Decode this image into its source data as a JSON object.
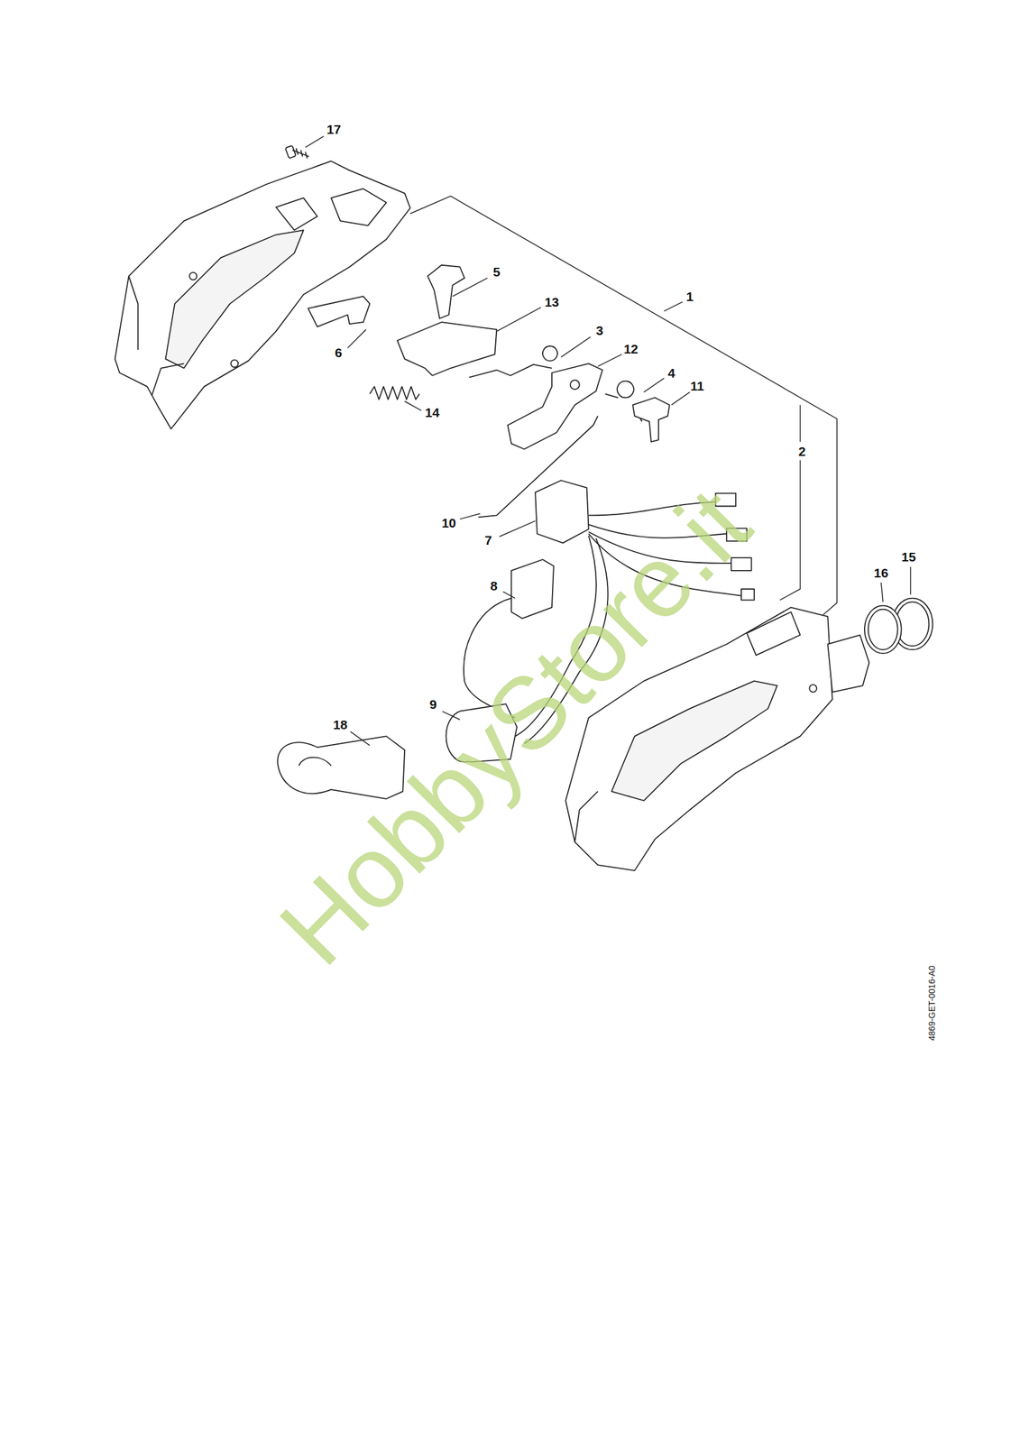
{
  "diagram": {
    "labels": [
      "17",
      "5",
      "13",
      "1",
      "3",
      "12",
      "6",
      "4",
      "11",
      "14",
      "2",
      "10",
      "7",
      "15",
      "16",
      "8",
      "9",
      "18",
      "HobbyStore.it",
      "4869-GET-0016-A0"
    ]
  }
}
